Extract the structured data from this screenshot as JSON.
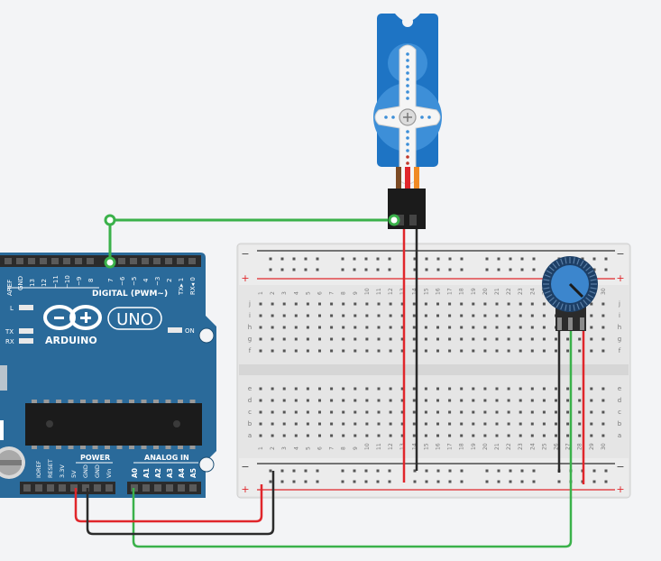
{
  "arduino": {
    "brand": "ARDUINO",
    "model": "UNO",
    "digital_label": "DIGITAL (PWM~)",
    "aref": "AREF",
    "gnd": "GND",
    "pin13": "13",
    "pin12": "12",
    "pin11": "~11",
    "pin10": "~10",
    "pin9": "~9",
    "pin8": "8",
    "pin7": "7",
    "pin6": "~6",
    "pin5": "~5",
    "pin4": "4",
    "pin3": "~3",
    "pin2": "2",
    "pin1": "TX▸ 1",
    "pin0": "RX◂ 0",
    "led_l": "L",
    "led_tx": "TX",
    "led_rx": "RX",
    "led_on": "ON",
    "power_label": "POWER",
    "analog_label": "ANALOG IN",
    "ioref": "IOREF",
    "reset": "RESET",
    "v33": "3.3V",
    "v5": "5V",
    "gnd1": "GND",
    "gnd2": "GND",
    "vin": "Vin",
    "a0": "A0",
    "a1": "A1",
    "a2": "A2",
    "a3": "A3",
    "a4": "A4",
    "a5": "A5"
  },
  "breadboard": {
    "rail_minus": "−",
    "rail_plus": "+",
    "columns": [
      "1",
      "2",
      "3",
      "4",
      "5",
      "6",
      "7",
      "8",
      "9",
      "10",
      "11",
      "12",
      "13",
      "14",
      "15",
      "16",
      "17",
      "18",
      "19",
      "20",
      "21",
      "22",
      "23",
      "24",
      "25",
      "26",
      "27",
      "28",
      "29",
      "30"
    ],
    "rows_top": [
      "j",
      "i",
      "h",
      "g",
      "f"
    ],
    "rows_bottom": [
      "e",
      "d",
      "c",
      "b",
      "a"
    ]
  },
  "colors": {
    "board": "#2a6a9a",
    "wire_signal": "#3ab14a",
    "wire_power": "#e0262b",
    "wire_ground": "#2b2b2b",
    "servo": "#1e74c4"
  }
}
